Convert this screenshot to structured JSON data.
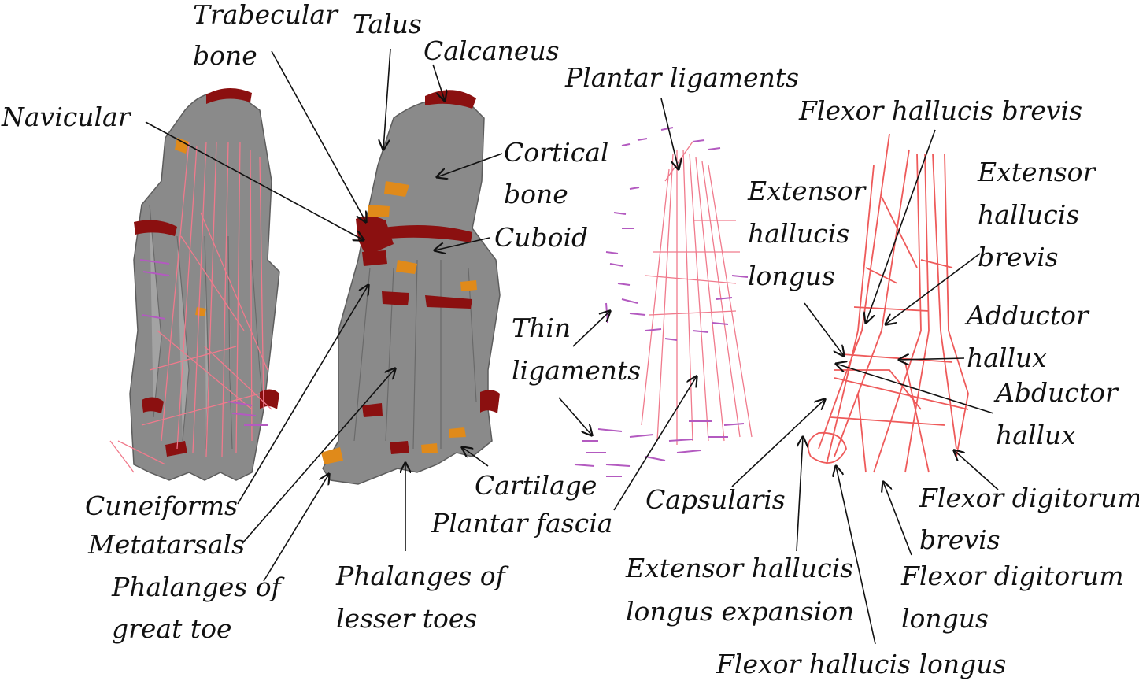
{
  "labels": {
    "trabecular_bone": [
      "Trabecular",
      "bone"
    ],
    "talus": [
      "Talus"
    ],
    "calcaneus": [
      "Calcaneus"
    ],
    "navicular": [
      "Navicular"
    ],
    "plantar_ligaments": [
      "Plantar ligaments"
    ],
    "flexor_hallucis_brevis": [
      "Flexor hallucis brevis"
    ],
    "cortical_bone": [
      "Cortical",
      "bone"
    ],
    "extensor_hallucis_longus": [
      "Extensor",
      "hallucis",
      "longus"
    ],
    "extensor_hallucis_brevis": [
      "Extensor",
      "hallucis",
      "brevis"
    ],
    "cuboid": [
      "Cuboid"
    ],
    "adductor_hallux": [
      "Adductor",
      "hallux"
    ],
    "thin_ligaments": [
      "Thin",
      "ligaments"
    ],
    "abductor_hallux": [
      "Abductor",
      "hallux"
    ],
    "cartilage": [
      "Cartilage"
    ],
    "capsularis": [
      "Capsularis"
    ],
    "flexor_digitorum_brevis": [
      "Flexor digitorum",
      "brevis"
    ],
    "cuneiforms": [
      "Cuneiforms"
    ],
    "plantar_fascia": [
      "Plantar fascia"
    ],
    "metatarsals": [
      "Metatarsals"
    ],
    "extensor_hallucis_longus_expansion": [
      "Extensor hallucis",
      "longus expansion"
    ],
    "flexor_digitorum_longus": [
      "Flexor digitorum",
      "longus"
    ],
    "phalanges_great_toe": [
      "Phalanges of",
      "great toe"
    ],
    "phalanges_lesser_toes": [
      "Phalanges of",
      "lesser toes"
    ],
    "flexor_hallucis_longus": [
      "Flexor hallucis longus"
    ]
  },
  "colors": {
    "bone": "#8a8a8a",
    "cortical_bone": "#8b1010",
    "cartilage": "#e08a1a",
    "ligament": "#f07a8c",
    "thin_ligament": "#b35ac0",
    "muscle": "#ee5a5a"
  }
}
